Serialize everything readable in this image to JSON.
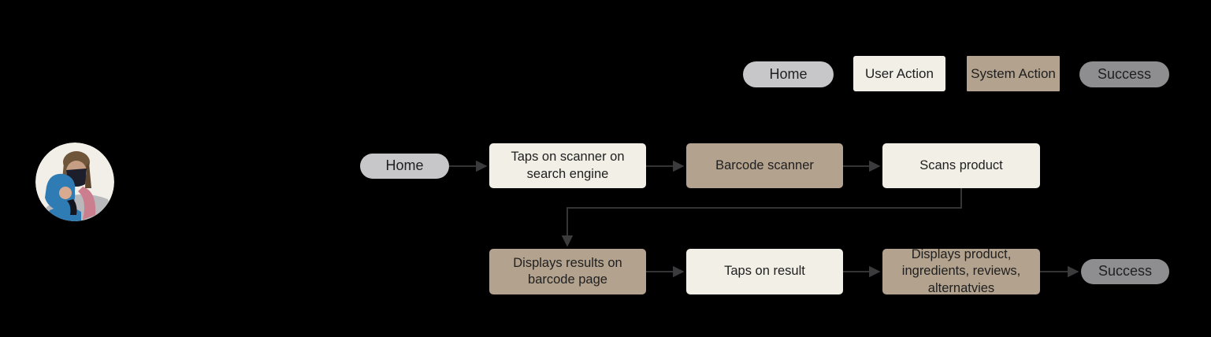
{
  "colors": {
    "background": "#000000",
    "home": "#c7c6c8",
    "user_action": "#f2efe7",
    "system_action": "#b3a28d",
    "success": "#8e8d8f",
    "arrow": "#3b3b3d",
    "text": "#1f1f1f"
  },
  "legend": {
    "items": [
      {
        "label": "Home",
        "type": "home"
      },
      {
        "label": "User Action",
        "type": "user"
      },
      {
        "label": "System Action",
        "type": "system"
      },
      {
        "label": "Success",
        "type": "success"
      }
    ]
  },
  "flow": {
    "start": {
      "label": "Home",
      "type": "home"
    },
    "nodes": [
      {
        "label": "Taps on scanner on search engine",
        "type": "user"
      },
      {
        "label": "Barcode scanner",
        "type": "system"
      },
      {
        "label": "Scans product",
        "type": "user"
      },
      {
        "label": "Displays results on barcode page",
        "type": "system"
      },
      {
        "label": "Taps on result",
        "type": "user"
      },
      {
        "label": "Displays product, ingredients, reviews, alternatvies",
        "type": "system"
      }
    ],
    "end": {
      "label": "Success",
      "type": "success"
    }
  },
  "avatar": {
    "alt": "Person wearing a face mask carrying a baby in a carrier"
  }
}
